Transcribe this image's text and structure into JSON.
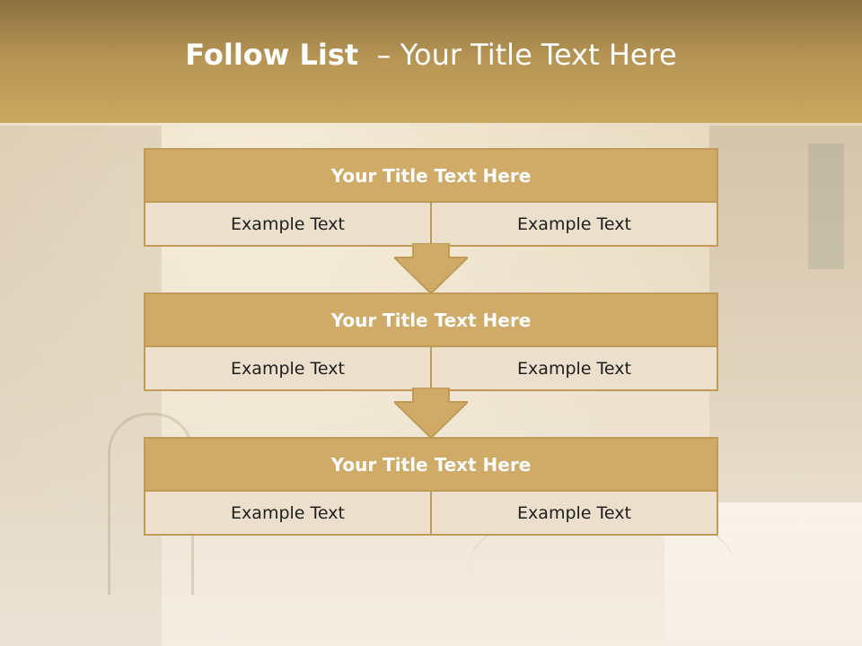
{
  "header": {
    "title_bold": "Follow List",
    "title_rest": "– Your Title Text Here"
  },
  "steps": [
    {
      "title": "Your Title Text Here",
      "left": "Example Text",
      "right": "Example Text"
    },
    {
      "title": "Your Title Text Here",
      "left": "Example Text",
      "right": "Example Text"
    },
    {
      "title": "Your Title Text Here",
      "left": "Example Text",
      "right": "Example Text"
    }
  ],
  "colors": {
    "header": "#b89655",
    "box_title": "#d0aa67",
    "box_row": "#ece0cd",
    "border": "#c09a58",
    "arrow_fill": "#d0aa67"
  }
}
